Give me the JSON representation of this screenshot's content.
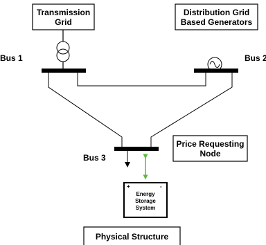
{
  "nodes": {
    "transmission_grid": "Transmission Grid",
    "distribution_gen": "Distribution Grid Based Generators",
    "price_node": "Price Requesting Node",
    "storage_line1": "Energy",
    "storage_line2": "Storage",
    "storage_line3": "System",
    "storage_plus": "+",
    "storage_minus": "-",
    "physical_structure": "Physical Structure"
  },
  "buses": {
    "bus1": "Bus 1",
    "bus2": "Bus 2",
    "bus3": "Bus 3"
  },
  "colors": {
    "line": "#000000",
    "storage_link": "#5fb83a"
  }
}
